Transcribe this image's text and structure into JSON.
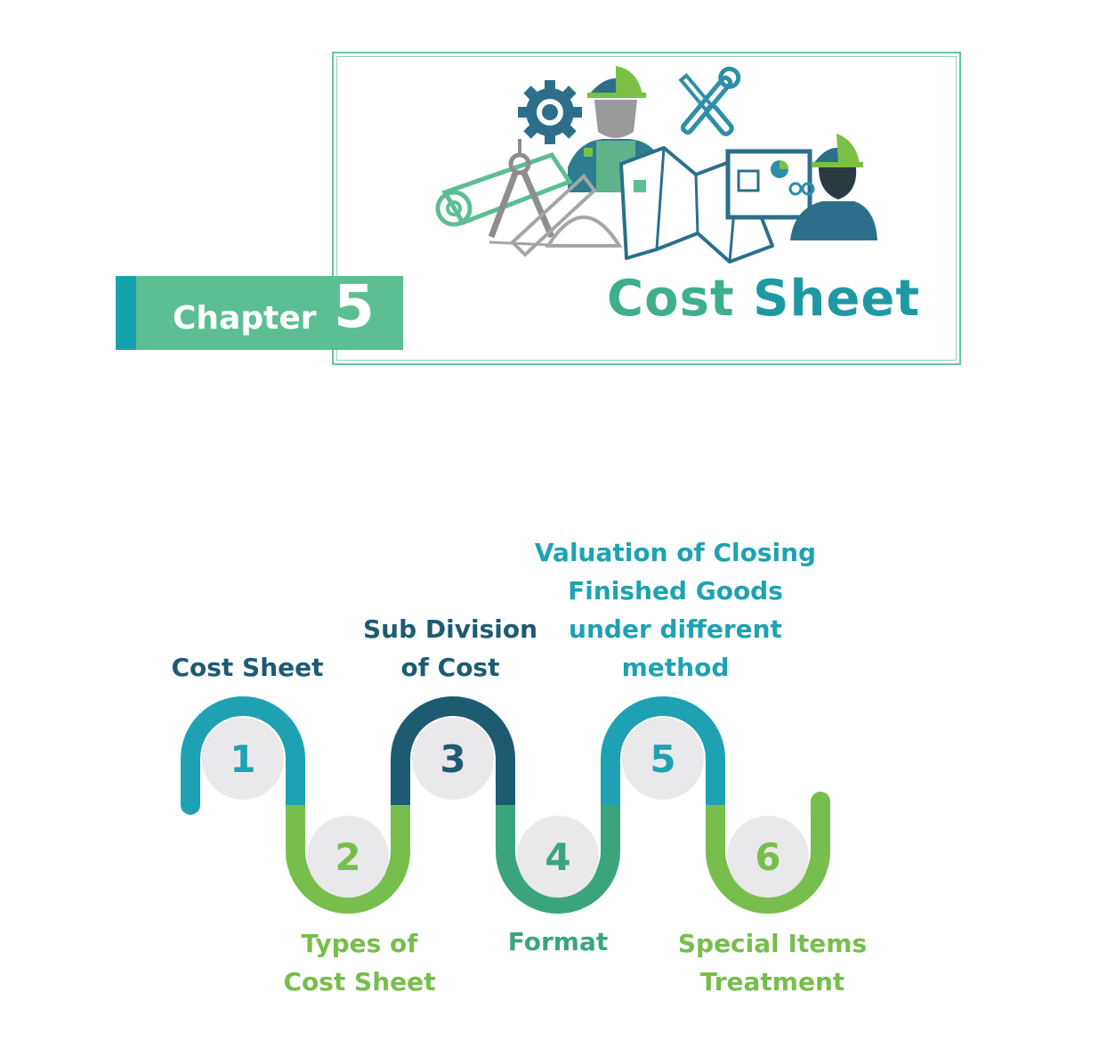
{
  "header": {
    "chapter_label": "Chapter",
    "chapter_number": "5",
    "title_word_1": "Cost",
    "title_word_2": "Sheet"
  },
  "colors": {
    "teal": "#1ea2b3",
    "dark_teal": "#1d5b72",
    "green": "#77be4c",
    "mid_green": "#3aa57c",
    "banner_green": "#5cbf94",
    "node_fill": "#e9e9eb"
  },
  "illustration": {
    "icons": [
      "gear-icon",
      "worker-icon",
      "tools-icon",
      "blueprint-roll-icon",
      "drafting-compass-icon",
      "protractor-icon",
      "folded-map-icon",
      "monitor-icon",
      "engineer-icon"
    ]
  },
  "steps": [
    {
      "number": "1",
      "label_lines": [
        "Cost Sheet"
      ]
    },
    {
      "number": "2",
      "label_lines": [
        "Types of",
        "Cost Sheet"
      ]
    },
    {
      "number": "3",
      "label_lines": [
        "Sub Division",
        "of Cost"
      ]
    },
    {
      "number": "4",
      "label_lines": [
        "Format"
      ]
    },
    {
      "number": "5",
      "label_lines": [
        "Valuation of Closing",
        "Finished Goods",
        "under different",
        "method"
      ]
    },
    {
      "number": "6",
      "label_lines": [
        "Special Items",
        "Treatment"
      ]
    }
  ]
}
